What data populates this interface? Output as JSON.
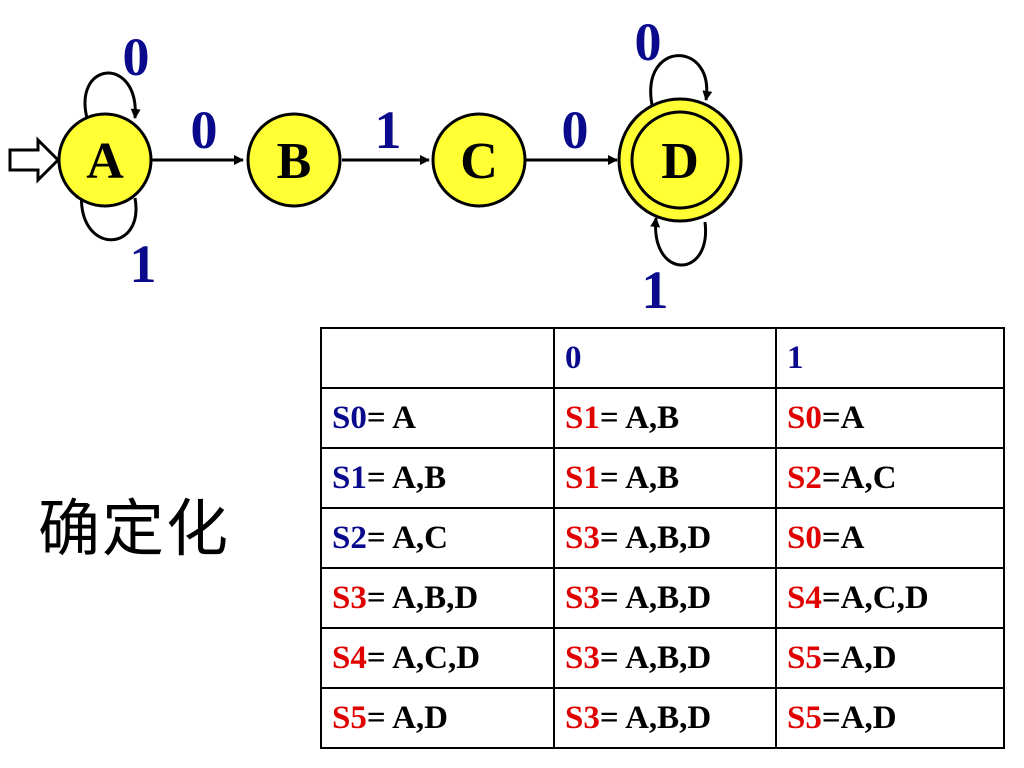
{
  "diagram": {
    "nodes": [
      {
        "id": "A",
        "label": "A",
        "accepting": false,
        "start": true
      },
      {
        "id": "B",
        "label": "B",
        "accepting": false,
        "start": false
      },
      {
        "id": "C",
        "label": "C",
        "accepting": false,
        "start": false
      },
      {
        "id": "D",
        "label": "D",
        "accepting": true,
        "start": false
      }
    ],
    "edges": [
      {
        "from": "A",
        "to": "A",
        "label": "0"
      },
      {
        "from": "A",
        "to": "A",
        "label": "1"
      },
      {
        "from": "A",
        "to": "B",
        "label": "0"
      },
      {
        "from": "B",
        "to": "C",
        "label": "1"
      },
      {
        "from": "C",
        "to": "D",
        "label": "0"
      },
      {
        "from": "D",
        "to": "D",
        "label": "0"
      },
      {
        "from": "D",
        "to": "D",
        "label": "1"
      }
    ]
  },
  "title": "确定化",
  "table": {
    "header": [
      "",
      "0",
      "1"
    ],
    "rows": [
      [
        {
          "s": "S0",
          "c": "#0a0a8c",
          "r": "= A"
        },
        {
          "s": "S1",
          "c": "#e00000",
          "r": "= A,B"
        },
        {
          "s": "S0",
          "c": "#e00000",
          "r": "=A"
        }
      ],
      [
        {
          "s": "S1",
          "c": "#0a0a8c",
          "r": "= A,B"
        },
        {
          "s": "S1",
          "c": "#e00000",
          "r": "= A,B"
        },
        {
          "s": "S2",
          "c": "#e00000",
          "r": "=A,C"
        }
      ],
      [
        {
          "s": "S2",
          "c": "#0a0a8c",
          "r": "= A,C"
        },
        {
          "s": "S3",
          "c": "#e00000",
          "r": "= A,B,D"
        },
        {
          "s": "S0",
          "c": "#e00000",
          "r": "=A"
        }
      ],
      [
        {
          "s": "S3",
          "c": "#e00000",
          "r": "= A,B,D"
        },
        {
          "s": "S3",
          "c": "#e00000",
          "r": "= A,B,D"
        },
        {
          "s": "S4",
          "c": "#e00000",
          "r": "=A,C,D"
        }
      ],
      [
        {
          "s": "S4",
          "c": "#e00000",
          "r": "= A,C,D"
        },
        {
          "s": "S3",
          "c": "#e00000",
          "r": "= A,B,D"
        },
        {
          "s": "S5",
          "c": "#e00000",
          "r": "=A,D"
        }
      ],
      [
        {
          "s": "S5",
          "c": "#e00000",
          "r": "= A,D"
        },
        {
          "s": "S3",
          "c": "#e00000",
          "r": "= A,B,D"
        },
        {
          "s": "S5",
          "c": "#e00000",
          "r": "=A,D"
        }
      ]
    ]
  }
}
